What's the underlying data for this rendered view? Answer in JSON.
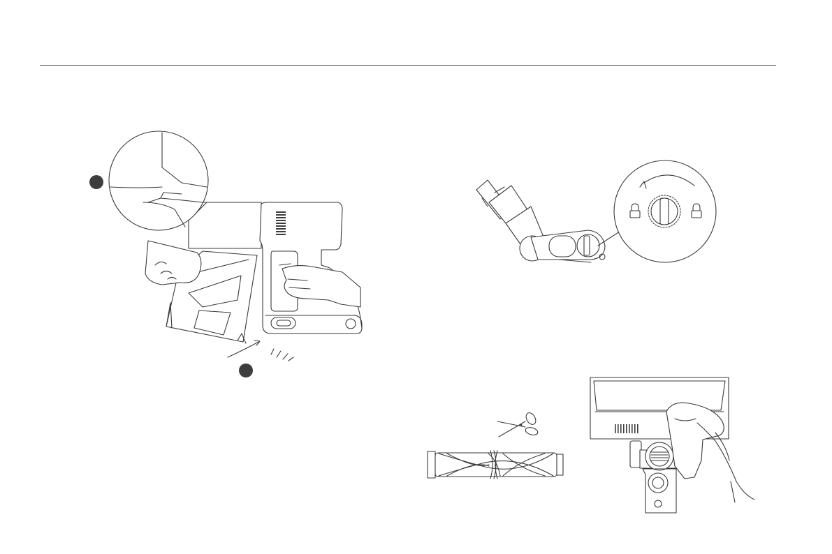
{
  "page": {
    "figures": [
      {
        "id": "dustbin-removal",
        "step_markers": 2
      },
      {
        "id": "brush-head-unlock"
      },
      {
        "id": "roller-brush-hair-cut"
      },
      {
        "id": "brush-head-wipe-clean"
      }
    ]
  }
}
